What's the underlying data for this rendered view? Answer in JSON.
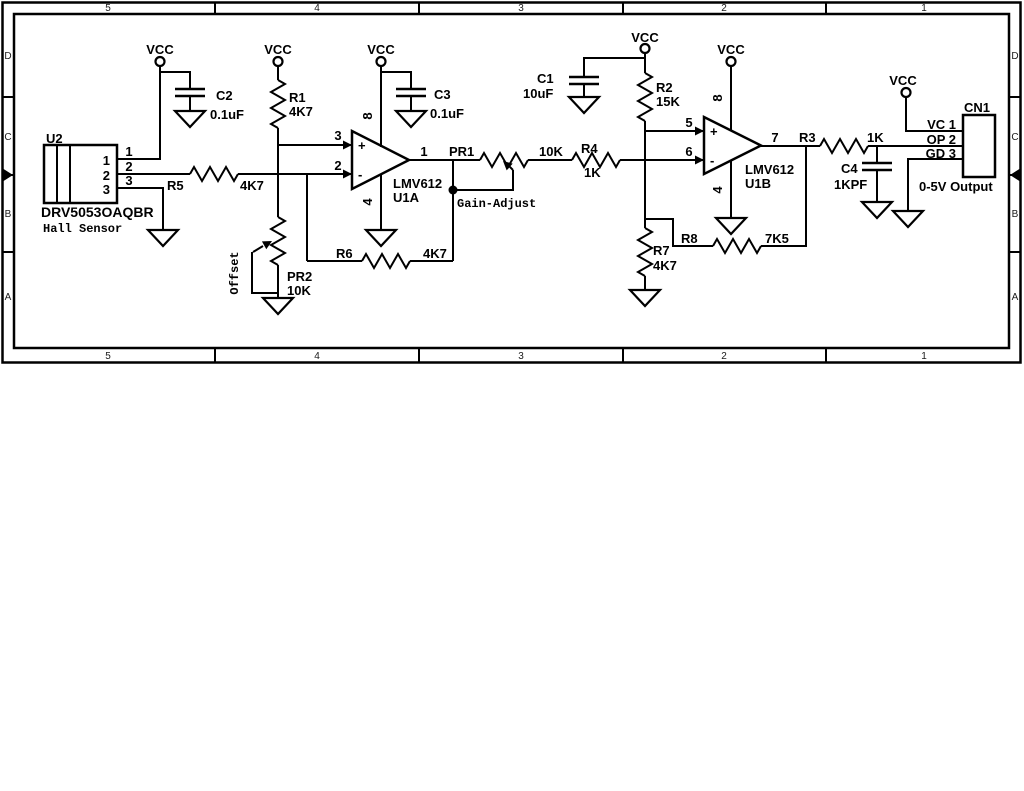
{
  "sheet": {
    "columns": [
      "5",
      "4",
      "3",
      "2",
      "1"
    ],
    "rows": [
      "D",
      "C",
      "B",
      "A"
    ],
    "background": "#ffffff",
    "line_color": "#000000"
  },
  "labels": {
    "vcc": "VCC",
    "plus": "+",
    "minus": "-",
    "gain_adjust": "Gain-Adjust",
    "offset": "Offset"
  },
  "components": {
    "u2": {
      "ref": "U2",
      "part": "DRV5053OAQBR",
      "desc": "Hall Sensor",
      "pins": [
        "1",
        "2",
        "3"
      ],
      "pads": [
        "1",
        "2",
        "3"
      ]
    },
    "c1": {
      "ref": "C1",
      "value": "10uF"
    },
    "c2": {
      "ref": "C2",
      "value": "0.1uF"
    },
    "c3": {
      "ref": "C3",
      "value": "0.1uF"
    },
    "c4": {
      "ref": "C4",
      "value": "1KPF"
    },
    "r1": {
      "ref": "R1",
      "value": "4K7"
    },
    "r2": {
      "ref": "R2",
      "value": "15K"
    },
    "r3": {
      "ref": "R3",
      "value": "1K"
    },
    "r4": {
      "ref": "R4",
      "value": "1K"
    },
    "r5": {
      "ref": "R5",
      "value": "4K7"
    },
    "r6": {
      "ref": "R6",
      "value": "4K7"
    },
    "r7": {
      "ref": "R7",
      "value": "4K7"
    },
    "r8": {
      "ref": "R8",
      "value": "7K5"
    },
    "pr1": {
      "ref": "PR1",
      "value": "10K"
    },
    "pr2": {
      "ref": "PR2",
      "value": "10K"
    },
    "u1a": {
      "ref": "U1A",
      "part": "LMV612",
      "pin_in_p": "3",
      "pin_in_n": "2",
      "pin_out": "1",
      "pin_vcc": "8",
      "pin_gnd": "4"
    },
    "u1b": {
      "ref": "U1B",
      "part": "LMV612",
      "pin_in_p": "5",
      "pin_in_n": "6",
      "pin_out": "7",
      "pin_vcc": "8",
      "pin_gnd": "4"
    },
    "cn1": {
      "ref": "CN1",
      "pin1": "VC 1",
      "pin2": "OP 2",
      "pin3": "GD 3",
      "desc": "0-5V Output"
    }
  }
}
